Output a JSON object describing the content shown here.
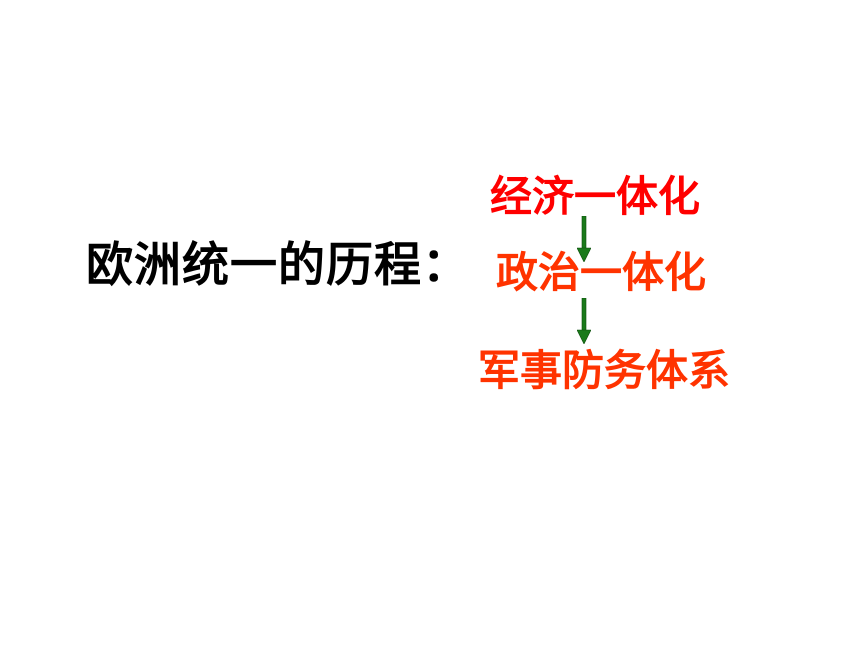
{
  "title": "欧洲统一的历程：",
  "steps": [
    {
      "label": "经济一体化",
      "color": "#ff0000"
    },
    {
      "label": "政治一体化",
      "color": "#ff3300"
    },
    {
      "label": "军事防务体系",
      "color": "#ff3300"
    }
  ],
  "arrow_color": "#1a7a1a",
  "arrow_icon": "down-arrow-icon"
}
